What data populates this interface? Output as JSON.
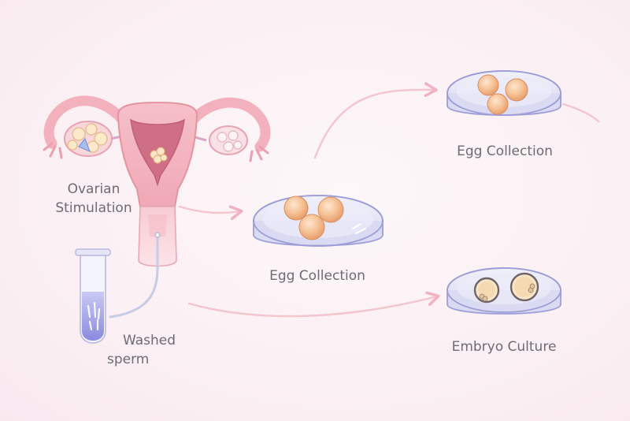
{
  "labels": {
    "ovarian_line1": "Ovarian",
    "ovarian_line2": "Stimulation",
    "washed_line1": "Washed",
    "washed_line2": "sperm",
    "egg_collection_middle": "Egg Collection",
    "egg_collection_top": "Egg Collection",
    "embryo_culture": "Embryo Culture"
  },
  "colors": {
    "background": "#fbf0f4",
    "uterus_pink": "#f4b4c0",
    "uterus_dark": "#d98596",
    "dish_blue": "#b9b9e6",
    "egg_orange": "#f4b98a",
    "tube_purple": "#9b9be4",
    "arrow_pink": "#f1b6c4",
    "text": "#6d6c74"
  },
  "icons": [
    "uterus-icon",
    "ovary-icon",
    "test-tube-icon",
    "petri-dish-icon",
    "egg-icon",
    "embryo-icon",
    "flow-arrow-icon"
  ]
}
